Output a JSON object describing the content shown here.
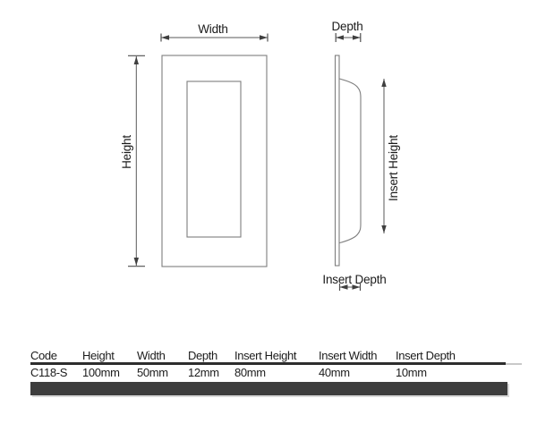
{
  "diagram": {
    "width_label": "Width",
    "height_label": "Height",
    "depth_label": "Depth",
    "insert_height_label": "Insert Height",
    "insert_depth_label": "Insert Depth"
  },
  "table": {
    "columns": [
      {
        "header": "Code",
        "value": "C118-S"
      },
      {
        "header": "Height",
        "value": "100mm"
      },
      {
        "header": "Width",
        "value": "50mm"
      },
      {
        "header": "Depth",
        "value": "12mm"
      },
      {
        "header": "Insert Height",
        "value": "80mm"
      },
      {
        "header": "Insert Width",
        "value": "40mm"
      },
      {
        "header": "Insert Depth",
        "value": "10mm"
      }
    ]
  },
  "colors": {
    "drawing_line": "#7e7e7e",
    "dimension_line": "#5a5a5a",
    "text": "#1b1b1b",
    "header_rule": "#2d2d2d",
    "bottom_bar": "#3d3d3d"
  }
}
